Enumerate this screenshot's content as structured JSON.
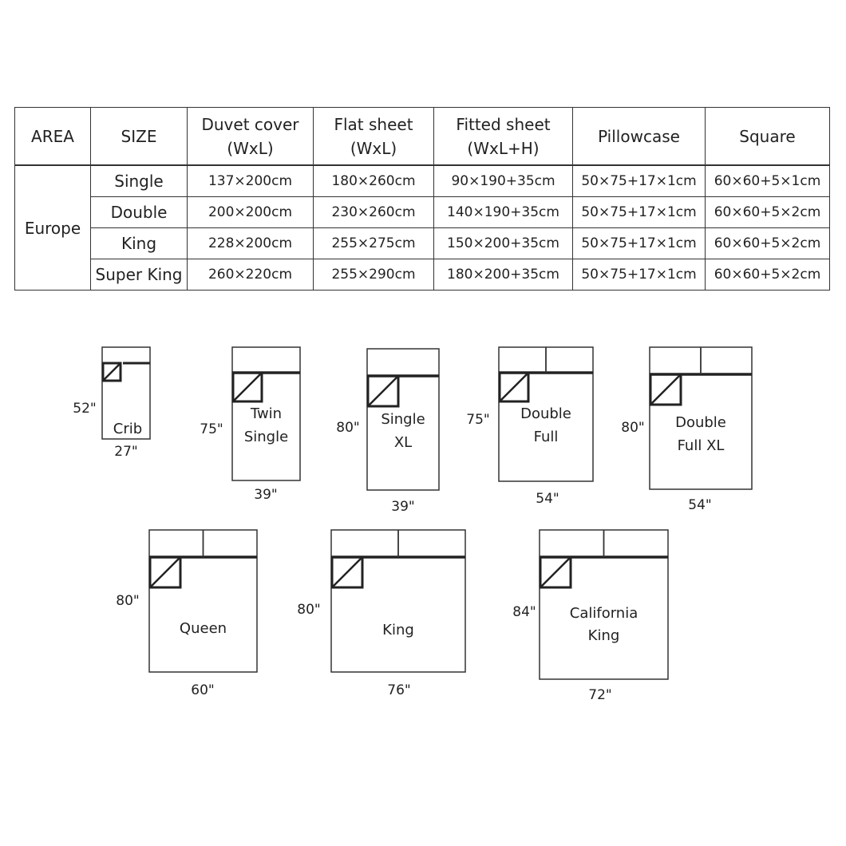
{
  "table": {
    "headers": [
      {
        "line1": "AREA",
        "line2": ""
      },
      {
        "line1": "SIZE",
        "line2": ""
      },
      {
        "line1": "Duvet cover",
        "line2": "(WxL)"
      },
      {
        "line1": "Flat sheet",
        "line2": "(WxL)"
      },
      {
        "line1": "Fitted sheet",
        "line2": "(WxL+H)"
      },
      {
        "line1": "Pillowcase",
        "line2": ""
      },
      {
        "line1": "Square",
        "line2": ""
      }
    ],
    "area": "Europe",
    "rows": [
      {
        "size": "Single",
        "duvet": "137×200cm",
        "flat": "180×260cm",
        "fitted": "90×190+35cm",
        "pillowcase": "50×75+17×1cm",
        "square": "60×60+5×1cm"
      },
      {
        "size": "Double",
        "duvet": "200×200cm",
        "flat": "230×260cm",
        "fitted": "140×190+35cm",
        "pillowcase": "50×75+17×1cm",
        "square": "60×60+5×2cm"
      },
      {
        "size": "King",
        "duvet": "228×200cm",
        "flat": "255×275cm",
        "fitted": "150×200+35cm",
        "pillowcase": "50×75+17×1cm",
        "square": "60×60+5×2cm"
      },
      {
        "size": "Super King",
        "duvet": "260×220cm",
        "flat": "255×290cm",
        "fitted": "180×200+35cm",
        "pillowcase": "50×75+17×1cm",
        "square": "60×60+5×2cm"
      }
    ]
  },
  "beds": [
    {
      "name_lines": [
        "Crib"
      ],
      "length": "52\"",
      "width": "27\"",
      "pillows": 0
    },
    {
      "name_lines": [
        "Twin",
        "Single"
      ],
      "length": "75\"",
      "width": "39\"",
      "pillows": 1
    },
    {
      "name_lines": [
        "Single",
        "XL"
      ],
      "length": "80\"",
      "width": "39\"",
      "pillows": 1
    },
    {
      "name_lines": [
        "Double",
        "Full"
      ],
      "length": "75\"",
      "width": "54\"",
      "pillows": 2
    },
    {
      "name_lines": [
        "Double",
        "Full XL"
      ],
      "length": "80\"",
      "width": "54\"",
      "pillows": 2
    },
    {
      "name_lines": [
        "Queen"
      ],
      "length": "80\"",
      "width": "60\"",
      "pillows": 2
    },
    {
      "name_lines": [
        "King"
      ],
      "length": "80\"",
      "width": "76\"",
      "pillows": 2
    },
    {
      "name_lines": [
        "California",
        "King"
      ],
      "length": "84\"",
      "width": "72\"",
      "pillows": 2
    }
  ]
}
